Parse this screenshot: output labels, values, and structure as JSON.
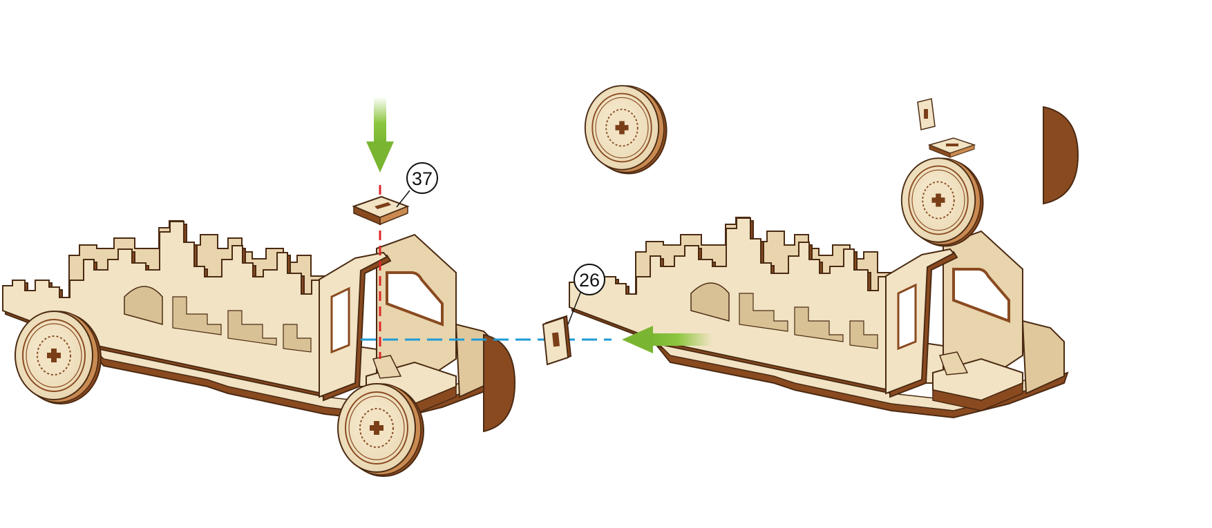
{
  "figure": {
    "callouts": [
      {
        "id": "part-37",
        "label": "37"
      },
      {
        "id": "part-26",
        "label": "26"
      }
    ],
    "colors": {
      "wood_face": "#f1e3c3",
      "wood_edge": "#8a4a20",
      "wood_edge_light": "#c98a52",
      "wood_outline": "#4a2a12",
      "arrow_green": "#8cc63f",
      "guide_red": "#e0262a",
      "guide_blue": "#1e9ad6"
    },
    "icons": {
      "down_arrow": "green-arrow-down-icon",
      "left_arrow": "green-arrow-left-icon"
    }
  }
}
